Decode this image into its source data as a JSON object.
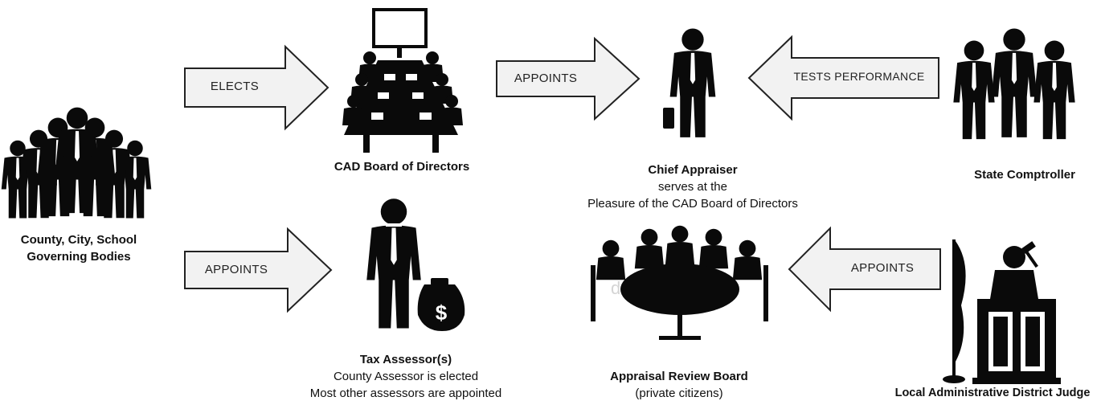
{
  "nodes": {
    "governing_bodies": {
      "title_line1": "County, City, School",
      "title_line2": "Governing Bodies"
    },
    "cad_board": {
      "title": "CAD Board of Directors"
    },
    "chief_appraiser": {
      "title": "Chief Appraiser",
      "line1": "serves at the",
      "line2": "Pleasure of the CAD Board of Directors"
    },
    "state_comptroller": {
      "title": "State Comptroller"
    },
    "tax_assessor": {
      "title": "Tax Assessor(s)",
      "line1": "County Assessor is elected",
      "line2": "Most other assessors are appointed"
    },
    "review_board": {
      "title": "Appraisal Review Board",
      "line1": "(private citizens)"
    },
    "judge": {
      "title": "Local Administrative District Judge"
    }
  },
  "arrows": {
    "elects": "ELECTS",
    "appoints_chief": "APPOINTS",
    "tests_performance": "TESTS  PERFORMANCE",
    "appoints_assessor": "APPOINTS",
    "appoints_board": "APPOINTS"
  },
  "watermark": "depositphotos",
  "colors": {
    "figure": "#0a0a0a",
    "arrow_fill": "#f2f2f2",
    "arrow_stroke": "#222222"
  }
}
